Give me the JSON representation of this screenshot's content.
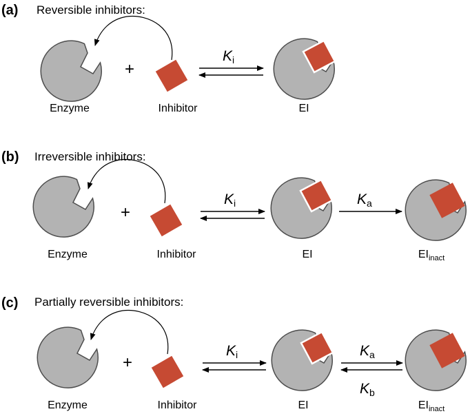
{
  "colors": {
    "enzyme_fill": "#b3b3b3",
    "enzyme_stroke": "#4d4d4d",
    "inhibitor_fill": "#c64a33",
    "text": "#000000"
  },
  "icons": {
    "enzyme": "pacman-circle-with-square-notch",
    "inhibitor": "rotated-square",
    "complex": "circle-with-bound-square",
    "arrows": "reaction-arrows"
  },
  "panels": [
    {
      "letter": "(a)",
      "title": "Reversible inhibitors:",
      "enzyme_label": "Enzyme",
      "plus": "+",
      "inhibitor_label": "Inhibitor",
      "step1": {
        "k_main": "K",
        "k_sub": "i"
      },
      "complex_label": "EI"
    },
    {
      "letter": "(b)",
      "title": "Irreversible inhibitors:",
      "enzyme_label": "Enzyme",
      "plus": "+",
      "inhibitor_label": "Inhibitor",
      "step1": {
        "k_main": "K",
        "k_sub": "i"
      },
      "complex_label": "EI",
      "step2": {
        "k_main": "K",
        "k_sub": "a"
      },
      "product_label_main": "EI",
      "product_label_sub": "inact"
    },
    {
      "letter": "(c)",
      "title": "Partially reversible inhibitors:",
      "enzyme_label": "Enzyme",
      "plus": "+",
      "inhibitor_label": "Inhibitor",
      "step1": {
        "k_main": "K",
        "k_sub": "i"
      },
      "complex_label": "EI",
      "step2": {
        "k_main": "K",
        "k_sub": "a"
      },
      "step2_reverse": {
        "k_main": "K",
        "k_sub": "b"
      },
      "product_label_main": "EI",
      "product_label_sub": "inact"
    }
  ]
}
